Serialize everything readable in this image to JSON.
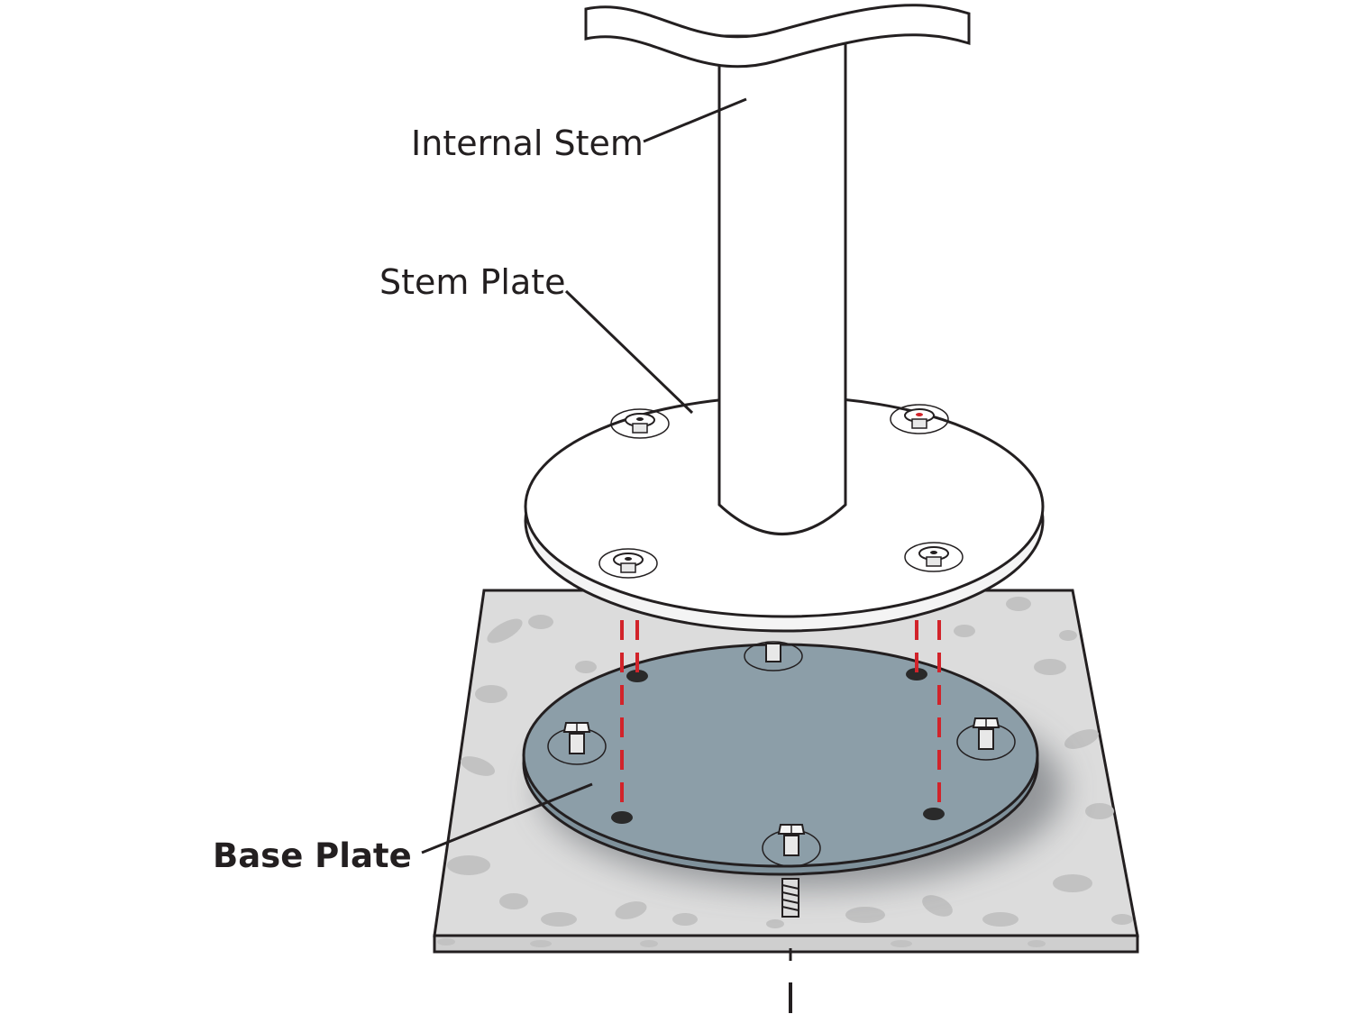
{
  "labels": {
    "internal_stem": "Internal Stem",
    "stem_plate": "Stem Plate",
    "base_plate": "Base Plate"
  },
  "colors": {
    "outline": "#231f20",
    "stem_fill": "#ffffff",
    "base_plate_fill": "#8c9ea8",
    "concrete_fill": "#dcdcdc",
    "concrete_speckle": "#c2c2c2",
    "guide_line": "#d2232a"
  },
  "icons": {
    "bolt": "hex-bolt-icon",
    "screw": "countersunk-screw-icon",
    "anchor": "anchor-hole-icon"
  }
}
